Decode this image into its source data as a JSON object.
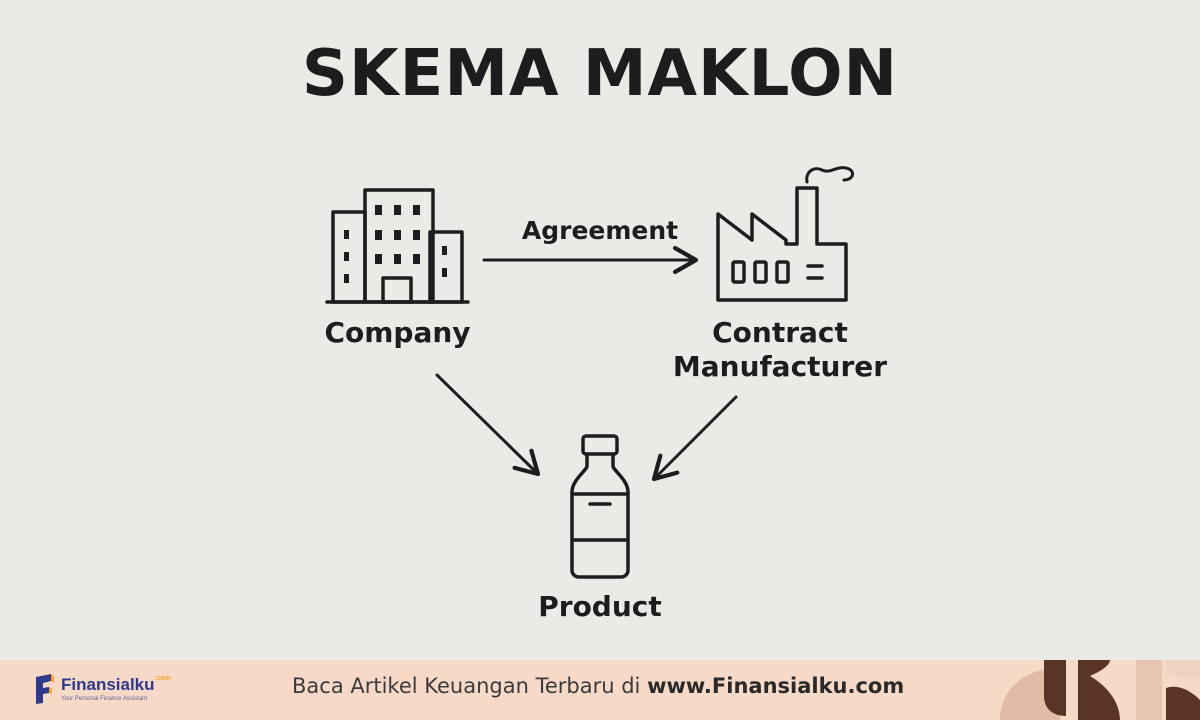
{
  "title": "SKEMA MAKLON",
  "nodes": {
    "company": {
      "label": "Company",
      "icon": "office-building-icon"
    },
    "manufacturer": {
      "label_line1": "Contract",
      "label_line2": "Manufacturer"
    },
    "product": {
      "label": "Product",
      "icon": "bottle-icon"
    }
  },
  "edges": {
    "agreement": {
      "label": "Agreement"
    }
  },
  "footer": {
    "brand_name": "Finansialku",
    "brand_suffix": ".com",
    "tagline": "Your Personal Finance Assistant",
    "link_prefix": "Baca Artikel Keuangan Terbaru di",
    "link_url": "www.Finansialku.com",
    "accent_color": "#f7d9c8",
    "brand_color": "#2e3a8c"
  },
  "colors": {
    "background": "#eceae7",
    "ink": "#1d1d1d"
  }
}
